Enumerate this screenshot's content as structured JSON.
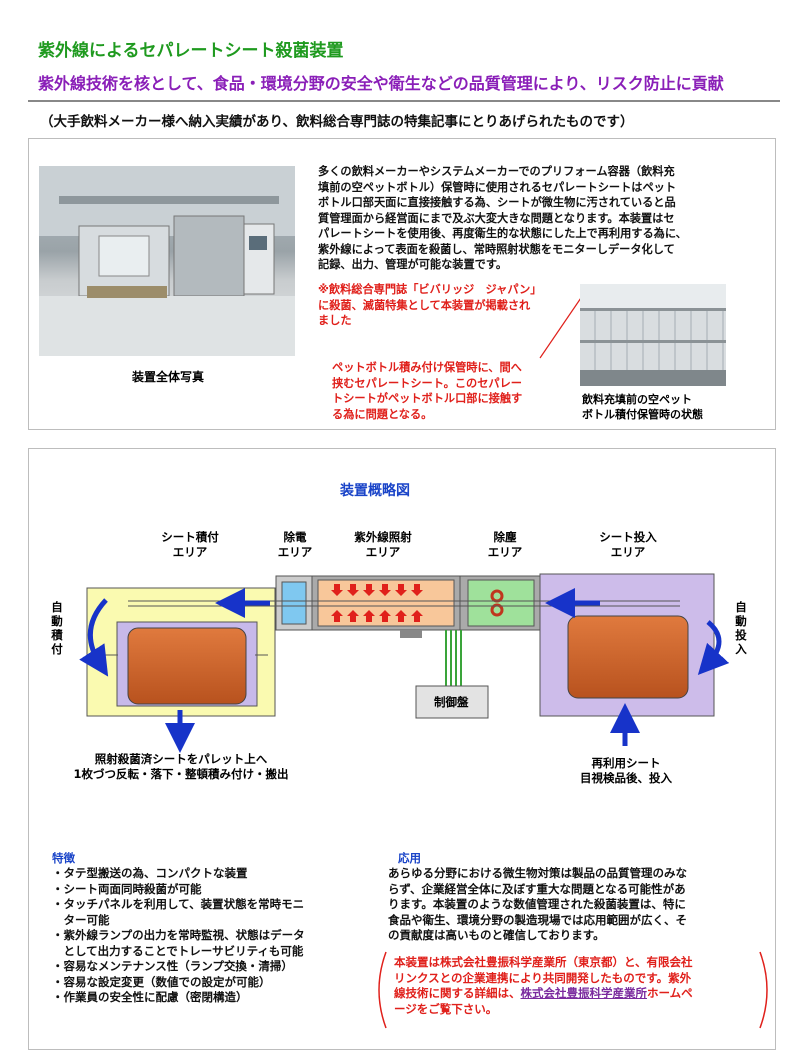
{
  "header": {
    "title": "紫外線によるセパレートシート殺菌装置",
    "subtitle": "紫外線技術を核として、食品・環境分野の安全や衛生などの品質管理により、リスク防止に貢献",
    "note": "（大手飲料メーカー様へ納入実績があり、飲料総合専門誌の特集記事にとりあげられたものです）"
  },
  "intro": {
    "photo_caption": "装置全体写真",
    "description_lines": [
      "多くの飲料メーカーやシステムメーカーでのプリフォーム容器（飲料充",
      "填前の空ペットボトル）保管時に使用されるセパレートシートはペット",
      "ボトル口部天面に直接接触する為、シートが微生物に汚されていると品",
      "質管理面から経営面にまで及ぶ大変大きな問題となります。本装置はセ",
      "パレートシートを使用後、再度衛生的な状態にした上で再利用する為に、",
      "紫外線によって表面を殺菌し、常時照射状態をモニターしデータ化して",
      "記録、出力、管理が可能な装置です。"
    ],
    "magazine_lines": [
      "※飲料総合専門誌「ビバリッジ　ジャパン」",
      "に殺菌、滅菌特集として本装置が掲載され",
      "ました"
    ],
    "callout_lines": [
      "ペットボトル積み付け保管時に、間へ",
      "挟むセパレートシート。このセパレー",
      "トシートがペットボトル口部に接触す",
      "る為に問題となる。"
    ],
    "bottle_caption_lines": [
      "飲料充填前の空ペット",
      "ボトル積付保管時の状態"
    ]
  },
  "diagram": {
    "title": "装置概略図",
    "areas": {
      "stack": [
        "シート積付",
        "エリア"
      ],
      "static": [
        "除電",
        "エリア"
      ],
      "uv": [
        "紫外線照射",
        "エリア"
      ],
      "dust": [
        "除塵",
        "エリア"
      ],
      "feed": [
        "シート投入",
        "エリア"
      ]
    },
    "left_vertical": "自動積付",
    "right_vertical": "自動投入",
    "control_panel": "制御盤",
    "out_caption_lines": [
      "照射殺菌済シートをパレット上へ",
      "1枚づつ反転・落下・整頓積み付け・搬出"
    ],
    "in_caption_lines": [
      "再利用シート",
      "目視検品後、投入"
    ]
  },
  "features": {
    "heading": "特徴",
    "items": [
      "・タテ型搬送の為、コンパクトな装置",
      "・シート両面同時殺菌が可能",
      "・タッチパネルを利用して、装置状態を常時モニ",
      "　ター可能",
      "・紫外線ランプの出力を常時監視、状態はデータ",
      "　として出力することでトレーサビリティも可能",
      "・容易なメンテナンス性（ランプ交換・清掃）",
      "・容易な設定変更（数値での設定が可能）",
      "・作業員の安全性に配慮（密閉構造）"
    ]
  },
  "applications": {
    "heading": "応用",
    "lines": [
      "あらゆる分野における微生物対策は製品の品質管理のみな",
      "らず、企業経営全体に及ぼす重大な問題となる可能性があ",
      "ります。本装置のような数値管理された殺菌装置は、特に",
      "食品や衛生、環境分野の製造現場では応用範囲が広く、そ",
      "の貢献度は高いものと確信しております。"
    ],
    "partner_lines": [
      "本装置は株式会社豊振科学産業所（東京都）と、有限会社",
      "リンクスとの企業連携により共同開発したものです。紫外",
      "線技術に関する詳細は、"
    ],
    "link_text": "株式会社豊振科学産業所",
    "link_suffix": "ホームペ",
    "last_line": "ージをご覧下さい。"
  }
}
